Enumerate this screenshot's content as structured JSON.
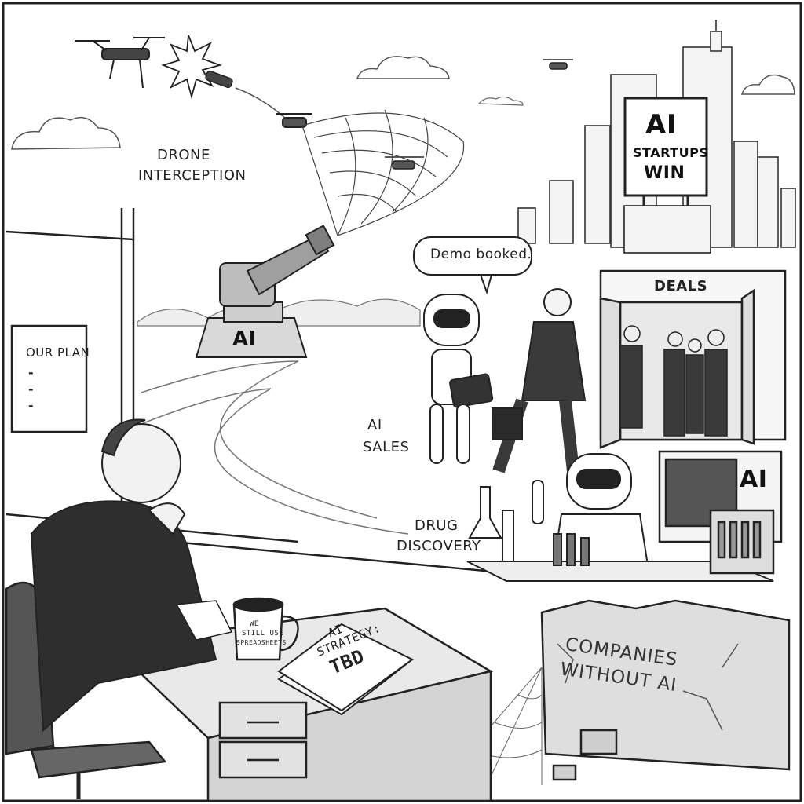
{
  "scene": {
    "drone_caption_line1": "DRONE",
    "drone_caption_line2": "INTERCEPTION",
    "cannon_label": "AI",
    "billboard_line1": "AI",
    "billboard_line2": "STARTUPS",
    "billboard_line3": "WIN",
    "speech_bubble": "Demo booked.",
    "deals_sign": "DEALS",
    "sales_caption_line1": "AI",
    "sales_caption_line2": "SALES",
    "drug_caption_line1": "DRUG",
    "drug_caption_line2": "DISCOVERY",
    "monitor_label": "AI",
    "plan_board_title": "OUR PLAN",
    "plan_board_items": [
      "-",
      "-",
      "-"
    ],
    "mug_line1": "WE",
    "mug_line2": "STILL USE",
    "mug_line3": "SPREADSHEETS",
    "memo_line1": "AI",
    "memo_line2": "STRATEGY:",
    "memo_line3": "TBD",
    "ruin_line1": "COMPANIES",
    "ruin_line2": "WITHOUT AI"
  },
  "colors": {
    "ink": "#1e1e1e",
    "paper": "#ffffff",
    "shade": "#cfcfcf",
    "dark": "#3a3a3a"
  }
}
